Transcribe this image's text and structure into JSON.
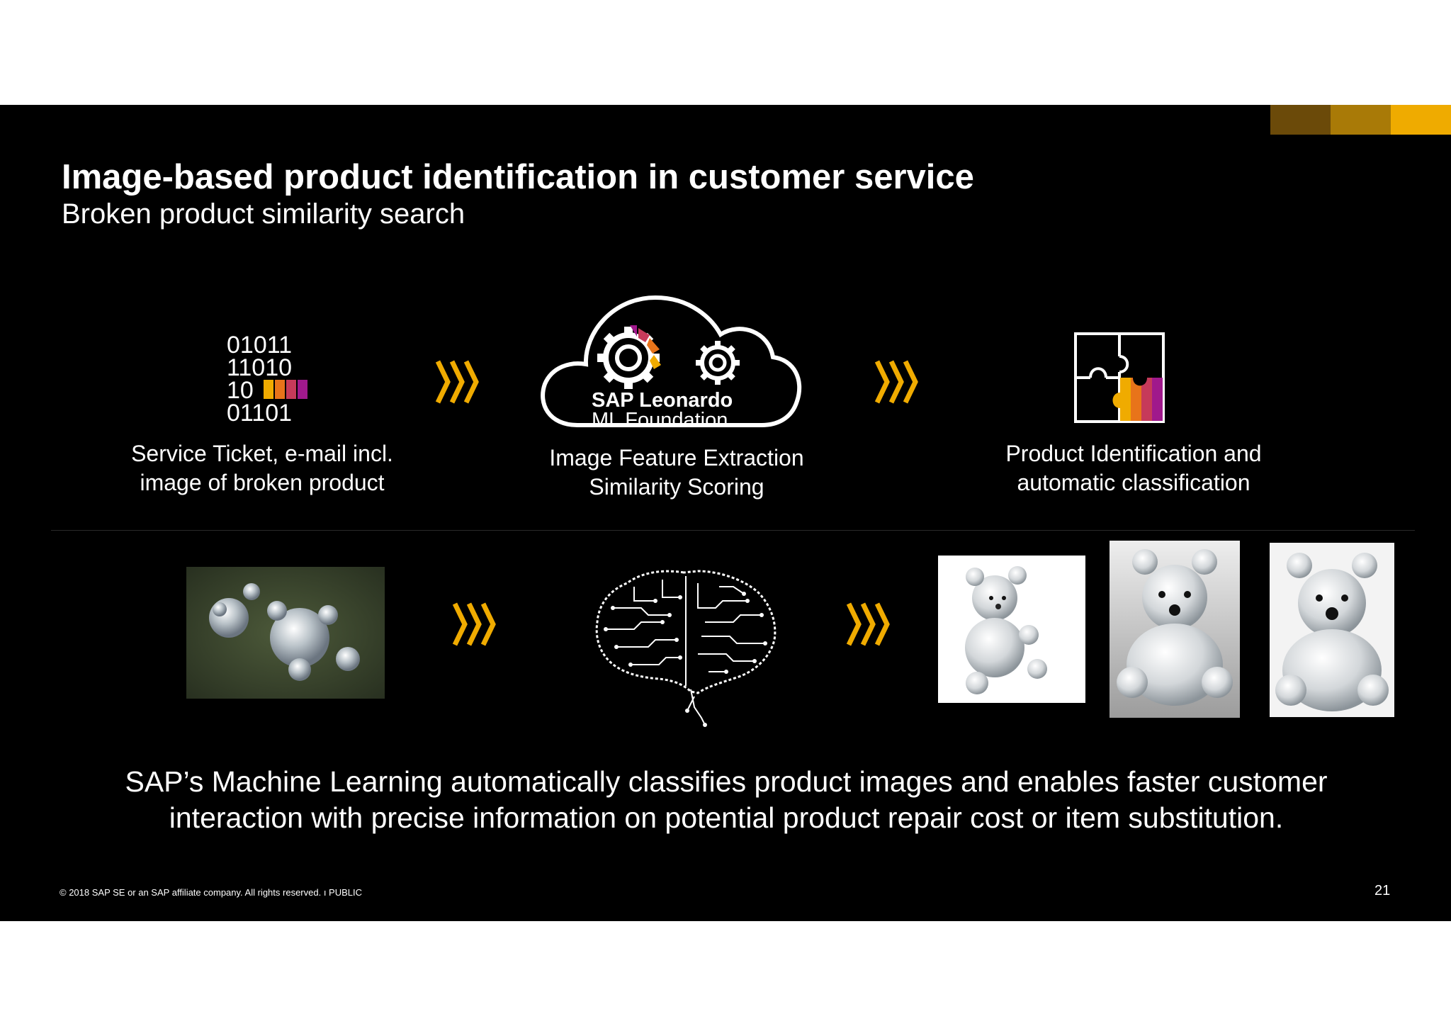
{
  "slide": {
    "title": "Image-based product identification in customer service",
    "subtitle": "Broken product similarity search"
  },
  "steps": [
    {
      "caption_line1": "Service Ticket, e-mail incl.",
      "caption_line2": "image of broken product",
      "icon": "binary-data-icon"
    },
    {
      "caption_line1": "Image Feature Extraction",
      "caption_line2": "Similarity Scoring",
      "icon": "cloud-gears-icon"
    },
    {
      "caption_line1": "Product Identification and",
      "caption_line2": "automatic classification",
      "icon": "puzzle-icon"
    }
  ],
  "binary_icon": {
    "row1": "01011",
    "row2": "11010",
    "row3": "10",
    "row4": "01101"
  },
  "cloud_logo": {
    "brand": "SAP Leonardo",
    "product": "ML Foundation"
  },
  "summary": {
    "line1": "SAP’s Machine Learning automatically classifies product images and enables faster customer",
    "line2": "interaction with precise information on potential product repair cost or item substitution."
  },
  "footer": {
    "copyright": "© 2018 SAP SE or an SAP affiliate company. All rights reserved.  ı  PUBLIC",
    "page_number": "21"
  },
  "colors": {
    "accent_dark": "#6b4a09",
    "accent_mid": "#a97a07",
    "accent_gold": "#efab00",
    "orange": "#f0ab00",
    "magenta": "#a0198c",
    "background": "#000000"
  }
}
